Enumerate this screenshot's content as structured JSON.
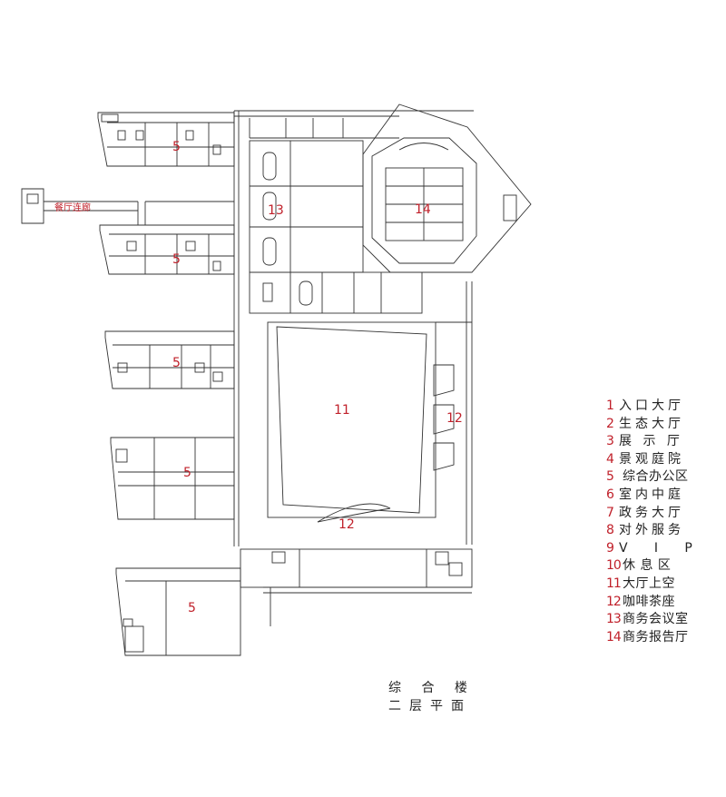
{
  "plan_labels": {
    "wing_1": "5",
    "wing_2": "5",
    "wing_3": "5",
    "wing_4": "5",
    "wing_5": "5",
    "meeting": "13",
    "auditorium": "14",
    "atrium": "11",
    "cafe_east": "12",
    "cafe_south": "12",
    "corridor": "餐厅连廊"
  },
  "legend": [
    {
      "num": "1",
      "text": "入口大厅"
    },
    {
      "num": "2",
      "text": "生态大厅"
    },
    {
      "num": "3",
      "text": "展 示 厅"
    },
    {
      "num": "4",
      "text": "景观庭院"
    },
    {
      "num": "5",
      "text": "综合办公区"
    },
    {
      "num": "6",
      "text": "室内中庭"
    },
    {
      "num": "7",
      "text": "政务大厅"
    },
    {
      "num": "8",
      "text": "对外服务"
    },
    {
      "num": "9",
      "text": "V   I   P"
    },
    {
      "num": "10",
      "text": "休 息 区"
    },
    {
      "num": "11",
      "text": "大厅上空"
    },
    {
      "num": "12",
      "text": "咖啡茶座"
    },
    {
      "num": "13",
      "text": "商务会议室"
    },
    {
      "num": "14",
      "text": "商务报告厅"
    }
  ],
  "caption": {
    "line1": "综 合 楼",
    "line2": "二层平面"
  }
}
